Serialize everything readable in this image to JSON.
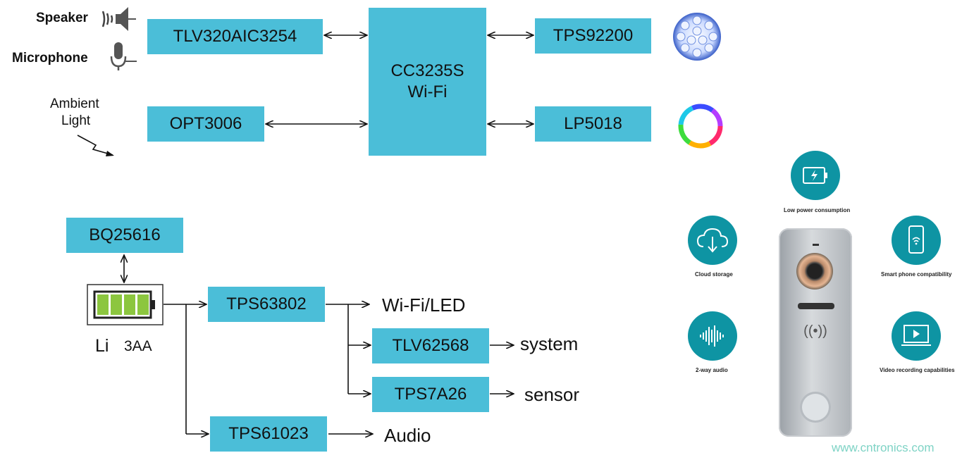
{
  "labels": {
    "speaker": "Speaker",
    "microphone": "Microphone",
    "ambient_light": [
      "Ambient",
      "Light"
    ],
    "battery_li": "Li",
    "battery_3aa": "3AA"
  },
  "blocks": {
    "codec": "TLV320AIC3254",
    "mcu_line1": "CC3235S",
    "mcu_line2": "Wi-Fi",
    "led_driver": "TPS92200",
    "light_sensor": "OPT3006",
    "rgb_driver": "LP5018",
    "charger": "BQ25616",
    "buck_boost": "TPS63802",
    "buck": "TLV62568",
    "ldo": "TPS7A26",
    "boost": "TPS61023"
  },
  "outputs": {
    "wifi_led": "Wi-Fi/LED",
    "system": "system",
    "sensor": "sensor",
    "audio": "Audio"
  },
  "features": {
    "low_power": "Low power consumption",
    "cloud": "Cloud storage",
    "smartphone": "Smart phone compatibility",
    "audio2way": "2-way audio",
    "video": "Video recording capabilities"
  },
  "watermark": "www.cntronics.com",
  "colors": {
    "block": "#4bbed8",
    "feature_circle": "#0e94a3",
    "watermark": "#7ed3c5"
  }
}
